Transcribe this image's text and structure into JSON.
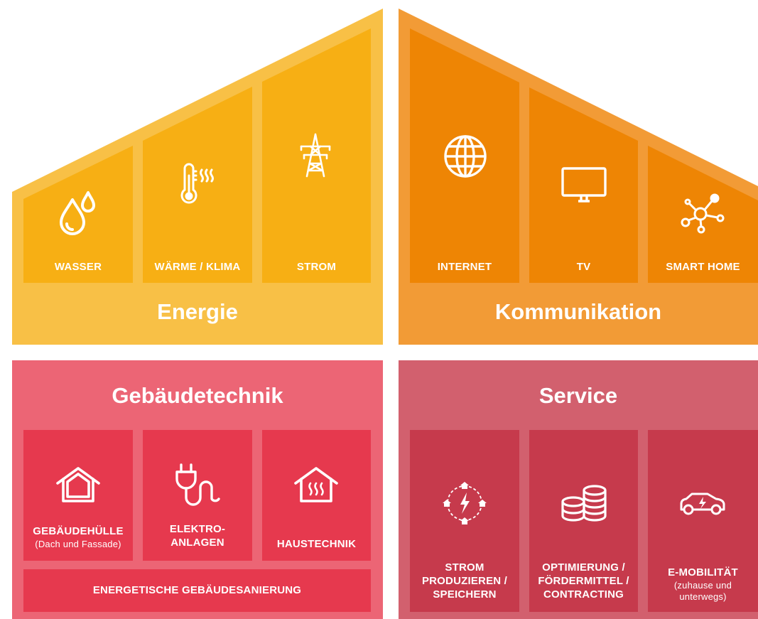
{
  "colors": {
    "energie_frame": "#F8C046",
    "energie_tile": "#F7AF14",
    "kommunikation_frame": "#F29B36",
    "kommunikation_tile": "#EE8504",
    "gebaeude_frame": "#EC6575",
    "gebaeude_tile": "#E6394E",
    "service_frame": "#D2606E",
    "service_tile": "#C63A4C"
  },
  "energie": {
    "title": "Energie",
    "tiles": [
      {
        "label": "WASSER",
        "icon": "water-drops-icon"
      },
      {
        "label": "WÄRME / KLIMA",
        "icon": "thermometer-heat-icon"
      },
      {
        "label": "STROM",
        "icon": "power-pylon-icon"
      }
    ]
  },
  "kommunikation": {
    "title": "Kommunikation",
    "tiles": [
      {
        "label": "INTERNET",
        "icon": "globe-icon"
      },
      {
        "label": "TV",
        "icon": "tv-icon"
      },
      {
        "label": "SMART HOME",
        "icon": "network-hub-icon"
      }
    ]
  },
  "gebaeudetechnik": {
    "title": "Gebäudetechnik",
    "tiles": [
      {
        "label": "GEBÄUDEHÜLLE",
        "sub": "(Dach und Fassade)",
        "icon": "house-outline-icon"
      },
      {
        "label1": "ELEKTRO-",
        "label2": "ANLAGEN",
        "icon": "plug-icon"
      },
      {
        "label": "HAUSTECHNIK",
        "icon": "house-heating-icon"
      }
    ],
    "wide_tile": "ENERGETISCHE GEBÄUDESANIERUNG"
  },
  "service": {
    "title": "Service",
    "tiles": [
      {
        "line1": "STROM",
        "line2": "PRODUZIEREN /",
        "line3": "SPEICHERN",
        "icon": "energy-network-icon"
      },
      {
        "line1": "OPTIMIERUNG /",
        "line2": "FÖRDERMITTEL /",
        "line3": "CONTRACTING",
        "icon": "coin-stacks-icon"
      },
      {
        "line1": "E-MOBILITÄT",
        "sub1": "(zuhause und",
        "sub2": "unterwegs)",
        "icon": "electric-car-icon"
      }
    ]
  }
}
